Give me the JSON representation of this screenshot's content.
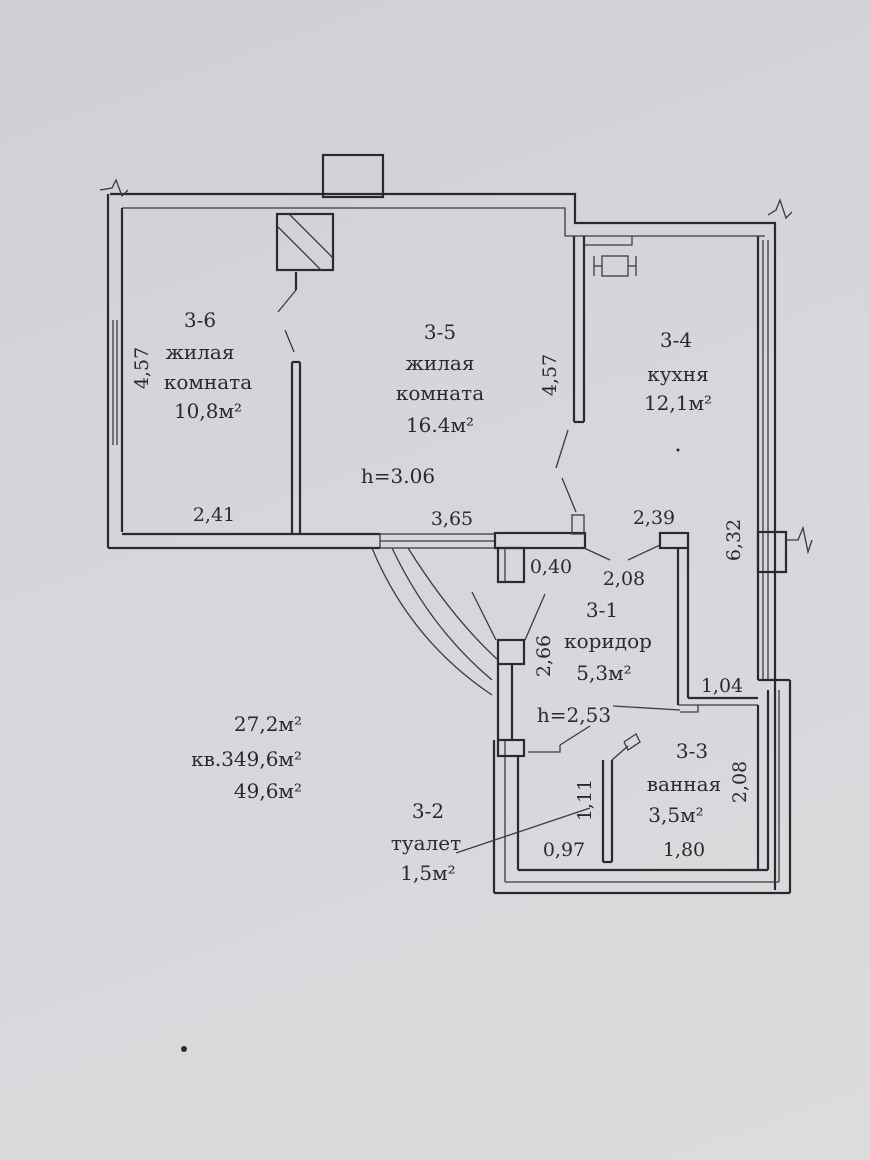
{
  "rooms": {
    "r36": {
      "number": "3-6",
      "name_line1": "жилая",
      "name_line2": "комната",
      "area": "10,8м²"
    },
    "r35": {
      "number": "3-5",
      "name_line1": "жилая",
      "name_line2": "комната",
      "area": "16.4м²"
    },
    "r34": {
      "number": "3-4",
      "name": "кухня",
      "area": "12,1м²"
    },
    "r31": {
      "number": "3-1",
      "name": "коридор",
      "area": "5,3м²"
    },
    "r33": {
      "number": "3-3",
      "name": "ванная",
      "area": "3,5м²"
    },
    "r32": {
      "number": "3-2",
      "name": "туалет",
      "area": "1,5м²"
    }
  },
  "heights": {
    "main": "h=3.06",
    "corridor": "h=2,53"
  },
  "dimensions": {
    "d457_left": "4,57",
    "d457_mid": "4,57",
    "d241": "2,41",
    "d365": "3,65",
    "d239": "2,39",
    "d632": "6,32",
    "d040": "0,40",
    "d208_corr": "2,08",
    "d266": "2,66",
    "d104": "1,04",
    "d111": "1,11",
    "d097": "0,97",
    "d180": "1,80",
    "d208_bath": "2,08"
  },
  "summary": {
    "living_area": "27,2м²",
    "apt_label": "кв.3",
    "total_area": "49,6м²",
    "total_area2": "49,6м²"
  }
}
